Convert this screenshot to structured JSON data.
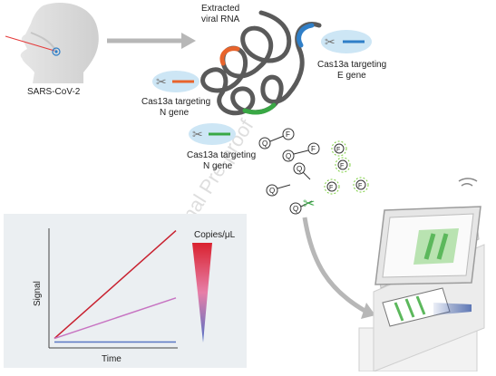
{
  "labels": {
    "extracted_rna": [
      "Extracted",
      "viral RNA"
    ],
    "sars_cov_2": "SARS-CoV-2",
    "cas13a_e_gene": [
      "Cas13a targeting",
      "E gene"
    ],
    "cas13a_n_gene_top": [
      "Cas13a targeting",
      "N gene"
    ],
    "cas13a_n_gene_bottom": [
      "Cas13a targeting",
      "N gene"
    ],
    "reporter_quencher": "Q",
    "reporter_fluor": "F"
  },
  "watermark": "Journal Pre-proof",
  "chart": {
    "ylabel": "Signal",
    "xlabel": "Time",
    "legend_title": "Copies/μL"
  },
  "chart_data": {
    "type": "line",
    "xlabel": "Time",
    "ylabel": "Signal",
    "legend_title": "Copies/μL",
    "xlim": [
      0,
      1
    ],
    "ylim": [
      0,
      1
    ],
    "series": [
      {
        "color": "#c8202f",
        "x": [
          0,
          1
        ],
        "y": [
          0.05,
          0.98
        ]
      },
      {
        "color": "#c774c2",
        "x": [
          0,
          1
        ],
        "y": [
          0.05,
          0.4
        ]
      },
      {
        "color": "#5b78c4",
        "x": [
          0,
          1
        ],
        "y": [
          0.02,
          0.02
        ]
      }
    ]
  },
  "colors": {
    "strand": "#5a5a5a",
    "orange": "#e8642c",
    "blue": "#2f7fc8",
    "green": "#39a845",
    "bubble": "#cde6f5",
    "chart_bg": "#ebeff2",
    "strip_green": "#5cb85c",
    "arrow": "#b7b7b7"
  }
}
